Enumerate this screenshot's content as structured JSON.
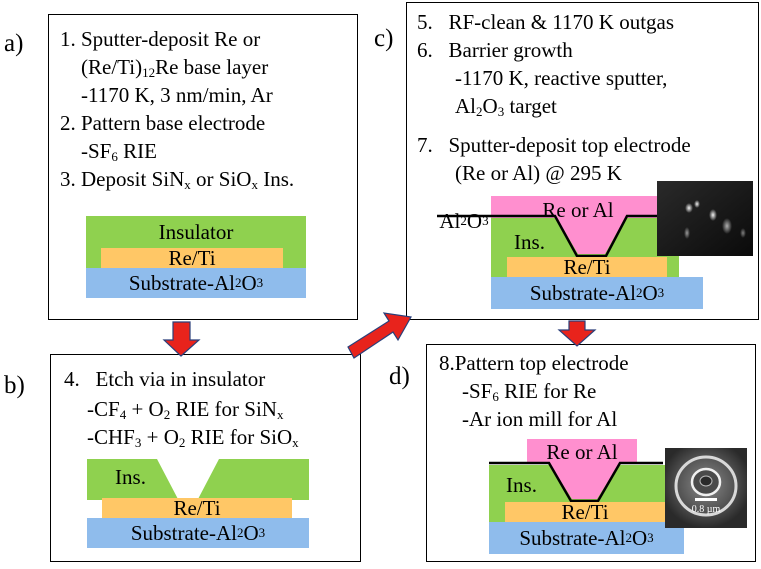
{
  "colors": {
    "insulator": "#8fd14f",
    "retri": "#ffc766",
    "substrate": "#8fbcec",
    "top_metal": "#ff8fcf",
    "arrow": "#e8231c"
  },
  "panel_a": {
    "label": "a)",
    "steps": [
      {
        "num": "1.",
        "text": "Sputter-deposit Re or"
      },
      {
        "pre": "(Re/Ti)",
        "sub": "12",
        "post": "Re base layer"
      },
      {
        "text": "-1170 K, 3 nm/min, Ar"
      },
      {
        "num": "2.",
        "text": "Pattern base electrode"
      },
      {
        "pre": "-SF",
        "sub": "6",
        "post": " RIE"
      },
      {
        "num": "3.",
        "pre": "Deposit SiN",
        "sub": "x",
        "mid": " or SiO",
        "sub2": "x",
        "post": " Ins."
      }
    ],
    "insulator": "Insulator",
    "retri": "Re/Ti",
    "substrate": "Substrate-Al",
    "substrate_sub": "2",
    "substrate_post": "O",
    "substrate_sub2": "3"
  },
  "panel_b": {
    "label": "b)",
    "step": {
      "num": "4.",
      "text": "Etch via in insulator"
    },
    "lines": [
      {
        "pre": "-CF",
        "sub": "4",
        "post": " + O",
        "sub2": "2",
        "post2": " RIE for SiN",
        "sub3": "x"
      },
      {
        "pre": "-CHF",
        "sub": "3",
        "post": " + O",
        "sub2": "2",
        "post2": " RIE for SiO",
        "sub3": "x"
      }
    ],
    "ins": "Ins.",
    "retri": "Re/Ti",
    "substrate": "Substrate-Al",
    "substrate_sub": "2",
    "substrate_post": "O",
    "substrate_sub2": "3"
  },
  "panel_c": {
    "label": "c)",
    "steps": [
      {
        "num": "5.",
        "text": "RF-clean & 1170 K outgas"
      },
      {
        "num": "6.",
        "text": "Barrier growth"
      },
      {
        "text": "-1170 K, reactive sputter,"
      },
      {
        "pre": "Al",
        "sub": "2",
        "post": "O",
        "sub2": "3",
        "post2": " target"
      },
      {
        "num": "7.",
        "text": "Sputter-deposit top electrode"
      },
      {
        "text": "(Re or Al) @ 295 K"
      }
    ],
    "al2o3": "Al",
    "al2o3_sub": "2",
    "al2o3_post": "O",
    "al2o3_sub2": "3",
    "top": "Re or Al",
    "ins": "Ins.",
    "retri": "Re/Ti",
    "substrate": "Substrate-Al",
    "substrate_sub": "2",
    "substrate_post": "O",
    "substrate_sub2": "3"
  },
  "panel_d": {
    "label": "d)",
    "steps": [
      {
        "text": "8.Pattern top electrode"
      },
      {
        "pre": "-SF",
        "sub": "6",
        "post": " RIE for Re"
      },
      {
        "text": "-Ar ion mill for Al"
      }
    ],
    "top": "Re or Al",
    "ins": "Ins.",
    "retri": "Re/Ti",
    "substrate": "Substrate-Al",
    "substrate_sub": "2",
    "substrate_post": "O",
    "substrate_sub2": "3",
    "scale_bar": "0.8 µm"
  }
}
